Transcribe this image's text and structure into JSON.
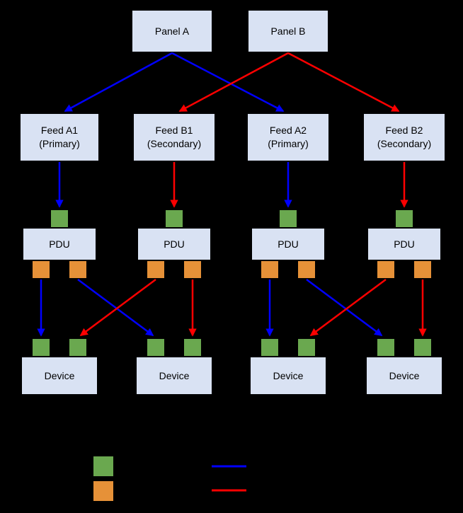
{
  "colors": {
    "background": "#000000",
    "box_fill": "#d9e2f3",
    "green_port": "#6aa84f",
    "orange_port": "#e69138",
    "primary_path_blue": "#0000ff",
    "secondary_path_red": "#ff0000"
  },
  "panels": [
    {
      "label": "Panel A"
    },
    {
      "label": "Panel B"
    }
  ],
  "feeds": [
    {
      "name": "Feed A1",
      "role": "(Primary)"
    },
    {
      "name": "Feed B1",
      "role": "(Secondary)"
    },
    {
      "name": "Feed A2",
      "role": "(Primary)"
    },
    {
      "name": "Feed B2",
      "role": "(Secondary)"
    }
  ],
  "pdus": [
    {
      "label": "PDU"
    },
    {
      "label": "PDU"
    },
    {
      "label": "PDU"
    },
    {
      "label": "PDU"
    }
  ],
  "devices": [
    {
      "label": "Device"
    },
    {
      "label": "Device"
    },
    {
      "label": "Device"
    },
    {
      "label": "Device"
    }
  ],
  "legend": {
    "swatches": [
      {
        "id": "green-square",
        "color": "#6aa84f"
      },
      {
        "id": "orange-square",
        "color": "#e69138"
      }
    ],
    "lines": [
      {
        "id": "blue-line",
        "color": "#0000ff"
      },
      {
        "id": "red-line",
        "color": "#ff0000"
      }
    ]
  }
}
